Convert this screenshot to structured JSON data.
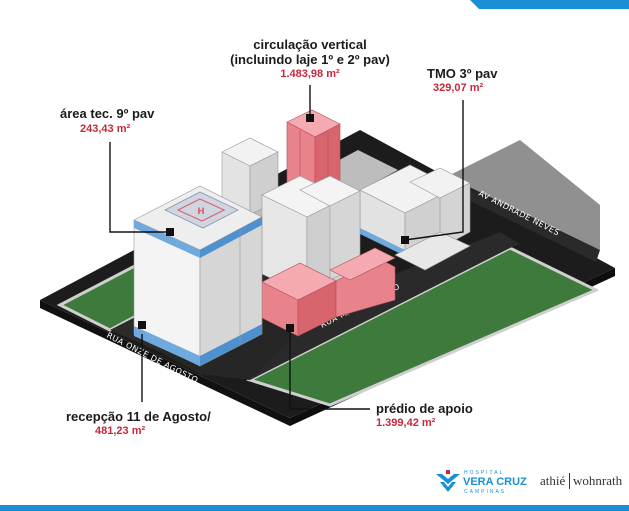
{
  "callouts": {
    "circulacao": {
      "line1": "circulação vertical",
      "line2": "(incluindo laje 1º e 2º pav)",
      "value": "1.483,98 m²"
    },
    "tmo": {
      "title": "TMO 3º pav",
      "value": "329,07 m²"
    },
    "area_tec": {
      "title": "área tec. 9º pav",
      "value": "243,43 m²"
    },
    "recepcao": {
      "title": "recepção 11 de Agosto/",
      "value": "481,23 m²"
    },
    "predio_apoio": {
      "title": "prédio de apoio",
      "value": "1.399,42 m²"
    }
  },
  "streets": {
    "andrade_neves": "AV ANDRADE NEVES",
    "mal_deodoro": "RUA MAL DEODORO",
    "onze_agosto": "RUA ONZE DE AGOSTO"
  },
  "logos": {
    "hospital_top": "HOSPITAL",
    "hospital_name": "VERA CRUZ",
    "hospital_city": "CAMPINAS",
    "athie_left": "athié",
    "athie_right": "wohnrath"
  },
  "colors": {
    "accent_blue": "#1a8fd6",
    "highlight_red": "#e8838b",
    "value_red": "#c8283a",
    "grass": "#3e7a3c"
  },
  "icons": [
    "helipad-icon",
    "hospital-logo-icon"
  ]
}
